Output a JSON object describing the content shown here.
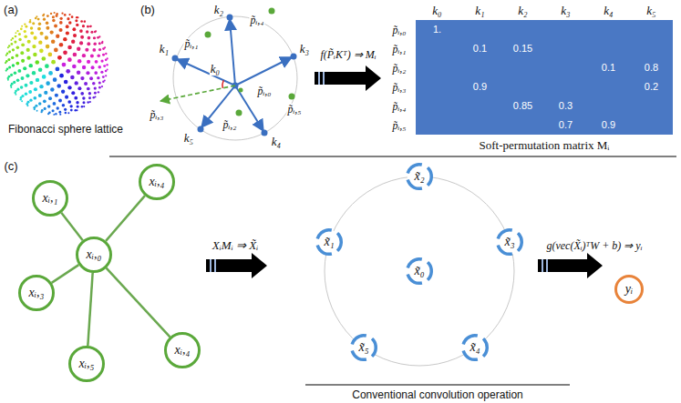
{
  "diagram": {
    "nodes": [
      {
        "text": [
          "xᵢ,₁"
        ]
      },
      {
        "text": [
          "xᵢ,₄"
        ]
      },
      {
        "text": [
          "xᵢ,₀"
        ]
      },
      {
        "text": [
          "xᵢ,₃"
        ]
      },
      {
        "text": [
          "xᵢ,₅"
        ]
      },
      {
        "text": [
          "xᵢ,₄"
        ]
      },
      {
        "text": [
          "x̃₂"
        ]
      },
      {
        "text": [
          "x̃₁"
        ]
      },
      {
        "text": [
          "x̃₃"
        ]
      },
      {
        "text": [
          "x̃₀"
        ]
      },
      {
        "text": [
          "x̃₅"
        ]
      },
      {
        "text": [
          "x̃₄"
        ]
      },
      {
        "text": [
          "yᵢ"
        ]
      }
    ],
    "edges": [
      {
        "from": 2,
        "to": 0,
        "arrow": "none"
      },
      {
        "from": 2,
        "to": 1,
        "arrow": "none"
      },
      {
        "from": 2,
        "to": 3,
        "arrow": "none"
      },
      {
        "from": 2,
        "to": 4,
        "arrow": "none"
      },
      {
        "from": 2,
        "to": 5,
        "arrow": "none"
      }
    ],
    "labels": [
      "(a)",
      "Fibonacci sphere lattice",
      "(b)",
      "k₀",
      "k₁",
      "k₂",
      "k₃",
      "k₄",
      "k₅",
      "p̃ᵢ,₀",
      "p̃ᵢ,₁",
      "p̃ᵢ,₂",
      "p̃ᵢ,₃",
      "p̃ᵢ,₄",
      "p̃ᵢ,₅",
      "f(P̃ᵢKᵀ) ⇒ Mᵢ",
      "k₀",
      "k₁",
      "k₂",
      "k₃",
      "k₄",
      "k₅",
      "p̃ᵢ,₀",
      "p̃ᵢ,₁",
      "p̃ᵢ,₂",
      "p̃ᵢ,₃",
      "p̃ᵢ,₄",
      "p̃ᵢ,₅",
      "1.",
      "0.1",
      "0.15",
      "0.1",
      "0.8",
      "0.9",
      "0.2",
      "0.85",
      "0.3",
      "0.7",
      "0.9",
      "Soft-permutation matrix Mᵢ",
      "(c)",
      "XᵢMᵢ ⇒ X̃ᵢ",
      "g(vec(X̃ᵢ)ᵀW + b) ⇒ yᵢ",
      "Conventional convolution operation"
    ]
  }
}
